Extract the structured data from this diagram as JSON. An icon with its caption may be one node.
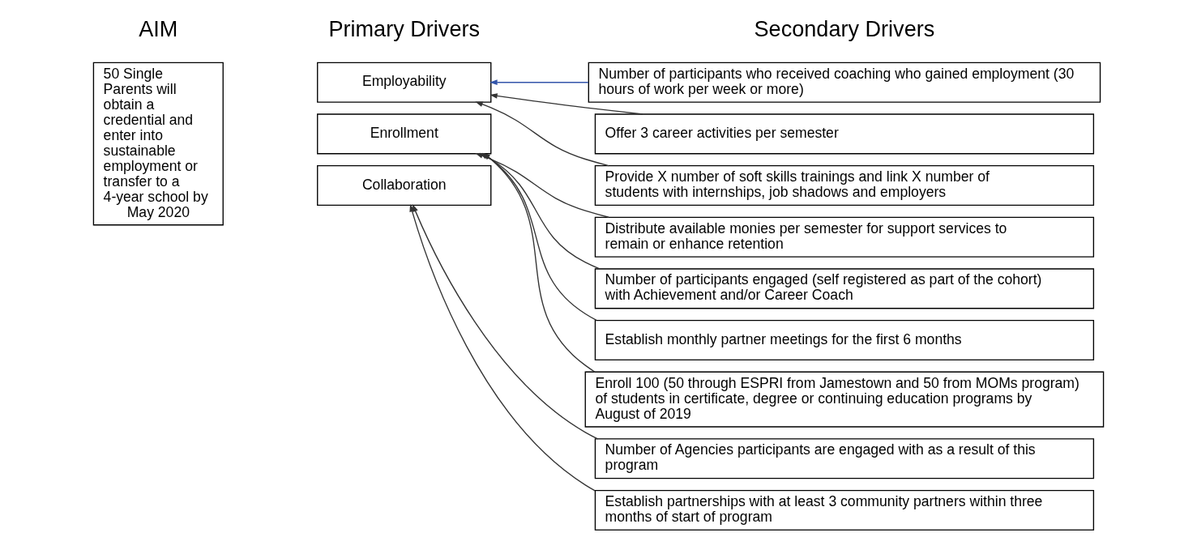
{
  "diagram": {
    "nodes": [
      {
        "text": [
          "50 Single Parents will obtain a credential and enter into sustainable employment or transfer to a 4-year school by May 2020"
        ]
      },
      {
        "text": [
          "Employability"
        ]
      },
      {
        "text": [
          "Enrollment"
        ]
      },
      {
        "text": [
          "Collaboration"
        ]
      },
      {
        "text": [
          "Number of participants who received coaching who gained employment (30 hours of work per week or more)"
        ]
      },
      {
        "text": [
          "Offer 3 career activities per semester"
        ]
      },
      {
        "text": [
          "Provide X number of soft skills trainings and link X number of students with internships, job shadows and employers"
        ]
      },
      {
        "text": [
          "Distribute available monies per semester for support services to remain or enhance retention"
        ]
      },
      {
        "text": [
          "Number of participants engaged (self registered as part of the cohort) with Achievement and/or Career Coach"
        ]
      },
      {
        "text": [
          "Establish monthly partner meetings for the first 6 months"
        ]
      },
      {
        "text": [
          "Enroll 100 (50 through ESPRI from Jamestown and 50 from MOMs program) of students in certificate, degree or continuing education programs by August of 2019"
        ]
      },
      {
        "text": [
          "Number of Agencies participants are engaged with as a result of this program"
        ]
      },
      {
        "text": [
          "Establish partnerships with at least 3 community partners within three months of start of program"
        ]
      }
    ],
    "edges": [
      {
        "from": 4,
        "to": 1,
        "arrow": "to",
        "color": "#3355aa"
      },
      {
        "from": 5,
        "to": 1,
        "arrow": "to"
      },
      {
        "from": 6,
        "to": 1,
        "arrow": "to"
      },
      {
        "from": 7,
        "to": 2,
        "arrow": "to"
      },
      {
        "from": 8,
        "to": 2,
        "arrow": "to"
      },
      {
        "from": 9,
        "to": 2,
        "arrow": "to"
      },
      {
        "from": 10,
        "to": 2,
        "arrow": "to"
      },
      {
        "from": 11,
        "to": 3,
        "arrow": "to"
      },
      {
        "from": 12,
        "to": 3,
        "arrow": "to"
      }
    ],
    "labels": [
      "AIM",
      "Primary Drivers",
      "Secondary Drivers"
    ]
  }
}
